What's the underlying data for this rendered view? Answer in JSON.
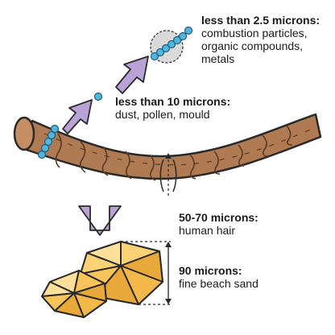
{
  "labels": {
    "pm25": {
      "title": "less than 2.5 microns:",
      "lines": [
        "combustion particles,",
        "organic compounds,",
        "metals"
      ]
    },
    "pm10": {
      "title": "less than 10 microns:",
      "lines": [
        "dust, pollen, mould"
      ]
    },
    "hair": {
      "title": "50-70 microns:",
      "lines": [
        "human hair"
      ]
    },
    "sand": {
      "title": "90 microns:",
      "lines": [
        "fine beach sand"
      ]
    }
  },
  "colors": {
    "hair_fill": "#b07a52",
    "hair_dark": "#5a3a23",
    "arrow": "#b9a3d6",
    "particle": "#4fb6e0",
    "sand_light": "#fde19a",
    "sand_mid": "#f9c55a",
    "sand_dark": "#e8a93a",
    "outline": "#2a2a2a",
    "magnifier": "#d9d9d9"
  }
}
